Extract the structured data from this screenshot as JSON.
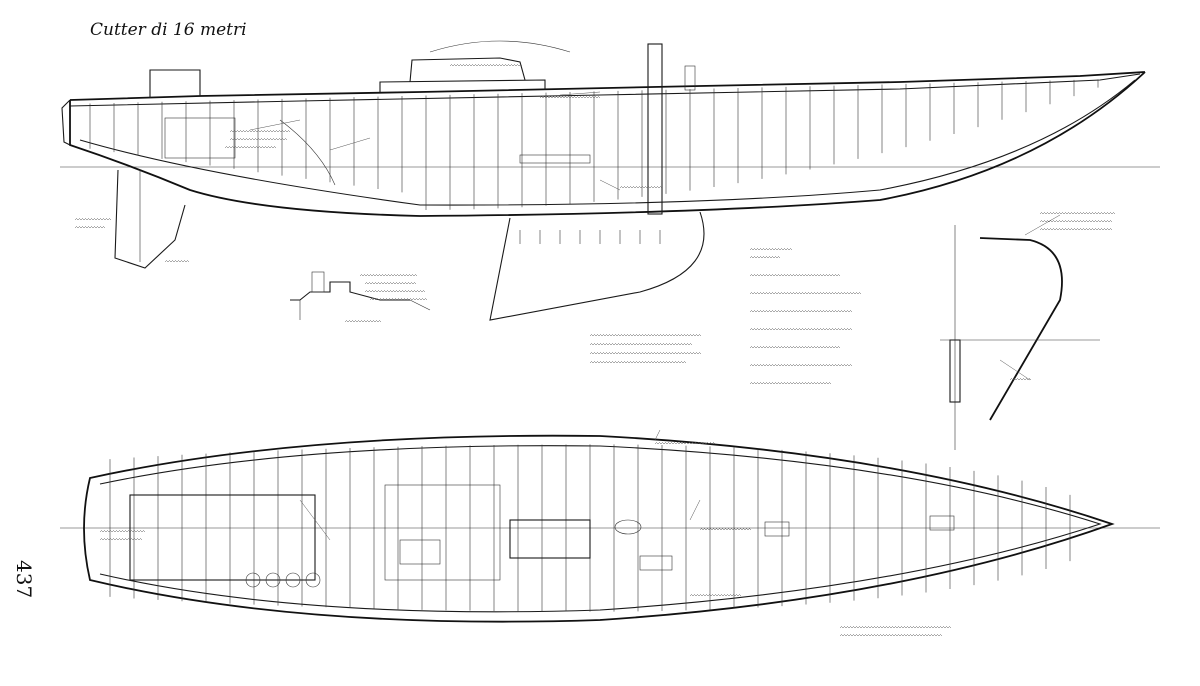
{
  "drawing": {
    "title": "Cutter di 16 metri",
    "page_number": "437"
  },
  "views": {
    "profile": {
      "name": "profile-view"
    },
    "deck_plan": {
      "name": "deck-plan-view"
    },
    "section_detail": {
      "name": "transverse-section-detail"
    },
    "bulwark_detail": {
      "name": "bulwark-detail"
    }
  },
  "colors": {
    "ink": "#1a1a1a",
    "paper": "#ffffff"
  }
}
